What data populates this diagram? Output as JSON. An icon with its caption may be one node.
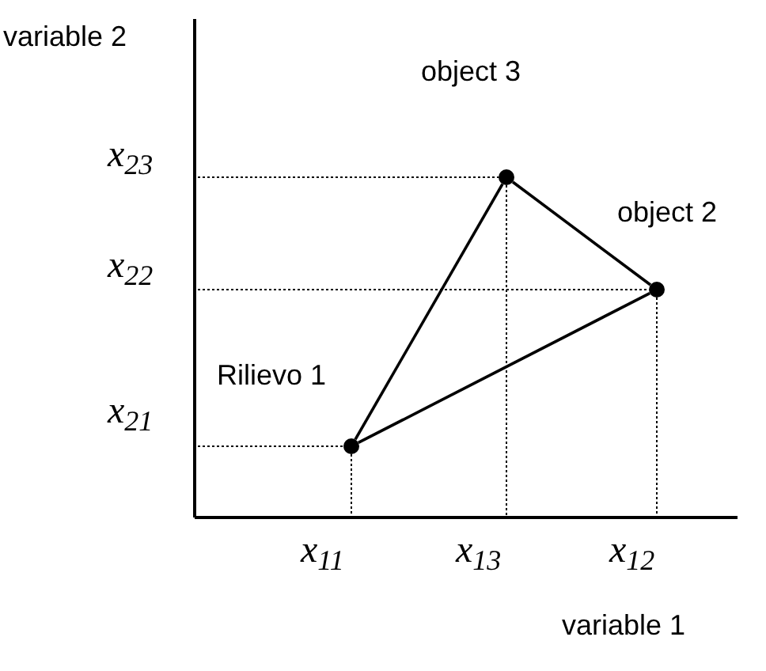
{
  "diagram": {
    "nodes": [
      {
        "text": [],
        "shape": "circle",
        "beside": [
          "Rilievo 1"
        ]
      },
      {
        "text": [],
        "shape": "circle",
        "beside": [
          "object 2"
        ]
      },
      {
        "text": [],
        "shape": "circle",
        "beside": [
          "object 3"
        ]
      }
    ],
    "edges": [
      {
        "from": 0,
        "to": 2,
        "arrow": "none"
      },
      {
        "from": 2,
        "to": 1,
        "arrow": "none"
      },
      {
        "from": 0,
        "to": 1,
        "arrow": "none"
      }
    ],
    "labels": [
      "variable 2",
      "x$_{23}$",
      "x$_{22}$",
      "x$_{21}$",
      "x$_{11}$",
      "x$_{13}$",
      "x$_{12}$",
      "variable 1"
    ]
  }
}
